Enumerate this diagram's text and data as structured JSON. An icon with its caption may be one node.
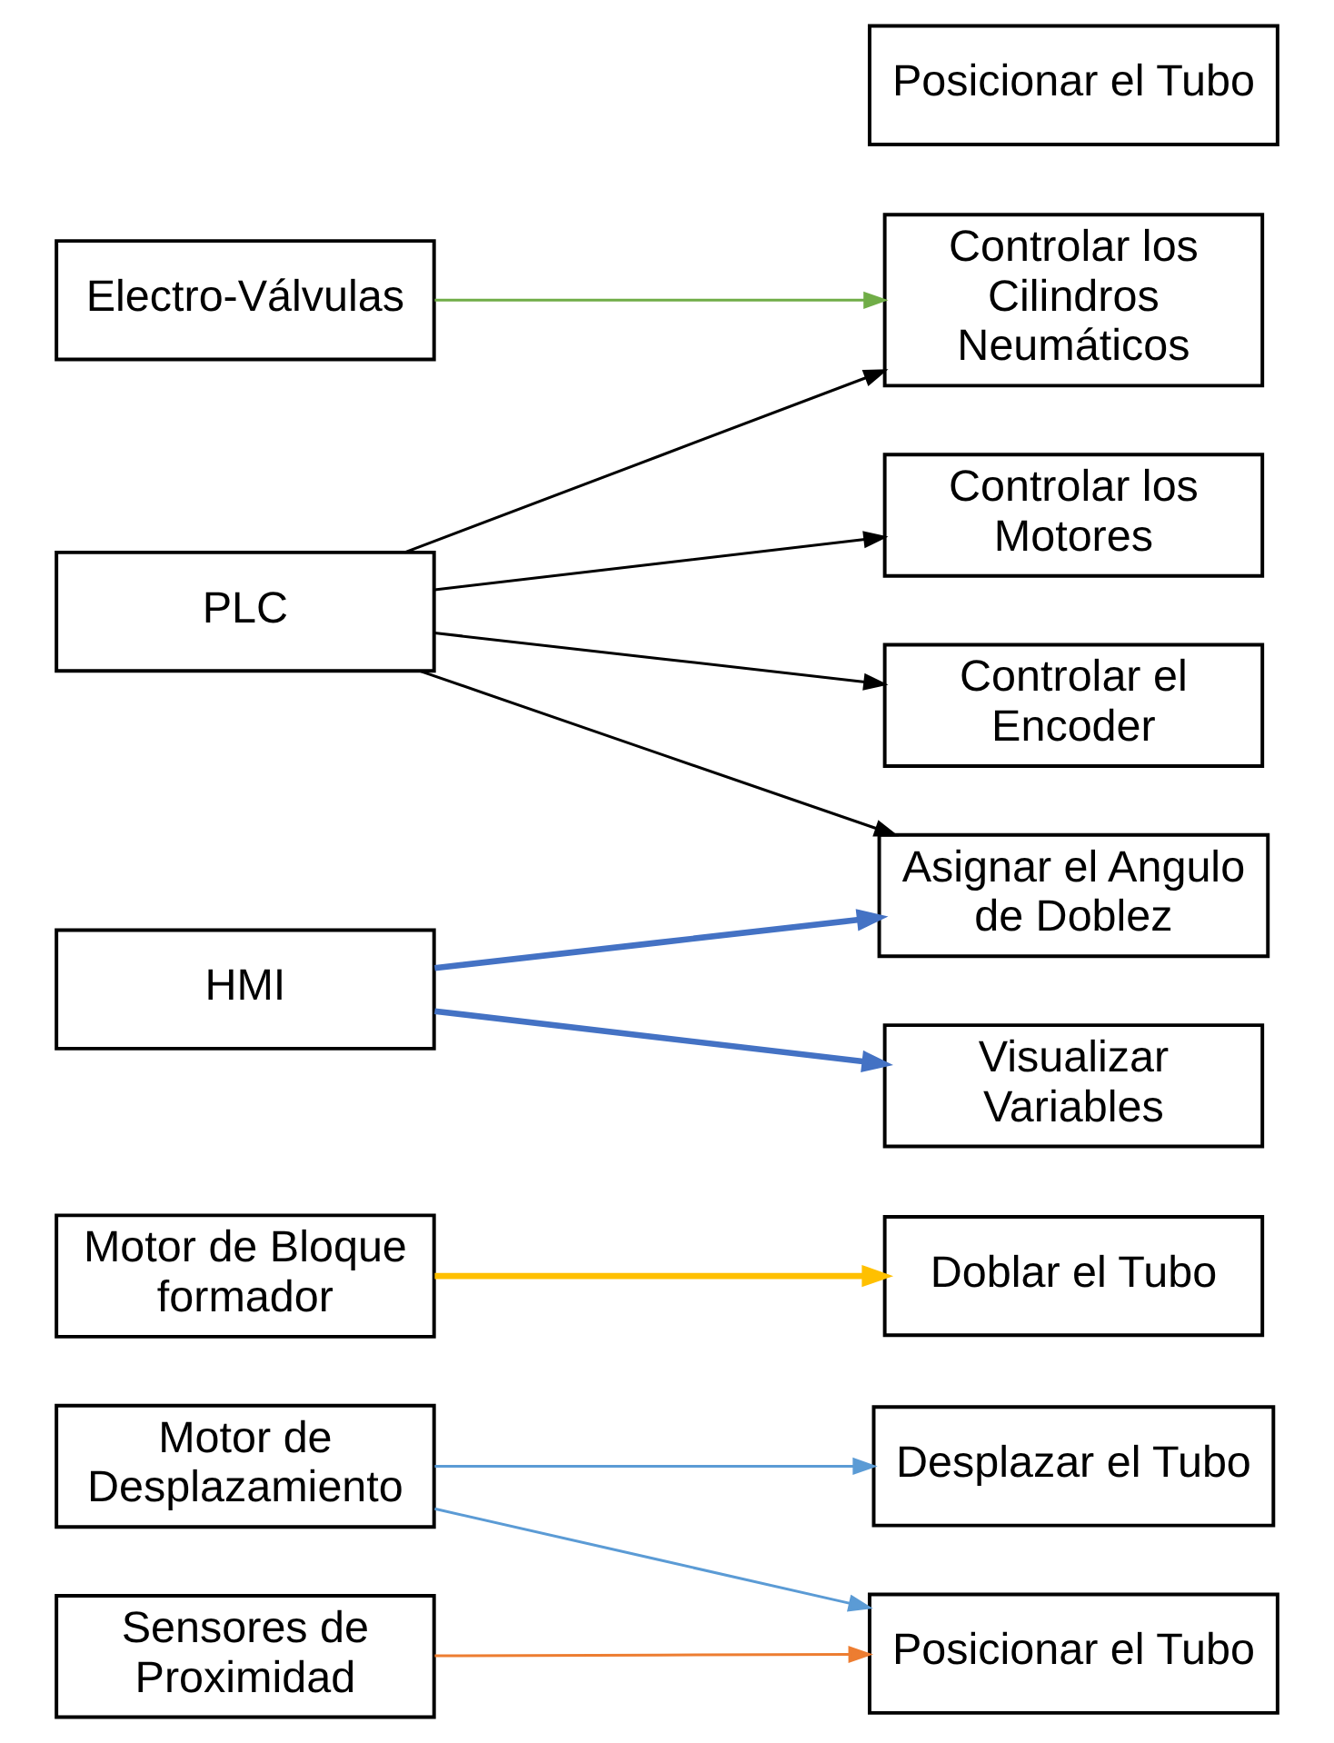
{
  "diagram": {
    "nodes": [
      {
        "text": [
          "Motor de Desplazamiento"
        ]
      },
      {
        "text": [
          "Sensores de Proximidad"
        ]
      },
      {
        "text": [
          "Motor de Bloque formador"
        ]
      },
      {
        "text": [
          "PLC"
        ]
      },
      {
        "text": [
          "HMI"
        ]
      },
      {
        "text": [
          "Electro-Válvulas"
        ]
      },
      {
        "text": [
          "Desplazar el Tubo"
        ]
      },
      {
        "text": [
          "Posicionar el Tubo"
        ]
      },
      {
        "text": [
          "Doblar el Tubo"
        ]
      },
      {
        "text": [
          "Posicionar el Tubo"
        ]
      },
      {
        "text": [
          "Controlar los Motores"
        ]
      },
      {
        "text": [
          "Controlar los Cilindros Neumáticos"
        ]
      },
      {
        "text": [
          "Controlar el Encoder"
        ]
      },
      {
        "text": [
          "Asignar el Angulo de Doblez"
        ]
      },
      {
        "text": [
          "Visualizar Variables"
        ]
      }
    ],
    "edges": [
      {
        "from": 0,
        "to": 6,
        "arrow": "to",
        "color": "#5b9bd5"
      },
      {
        "from": 0,
        "to": 7,
        "arrow": "to",
        "color": "#5b9bd5"
      },
      {
        "from": 1,
        "to": 7,
        "arrow": "to",
        "color": "#ed7d31"
      },
      {
        "from": 2,
        "to": 8,
        "arrow": "to",
        "style": "thick",
        "color": "#ffc000"
      },
      {
        "from": 3,
        "to": 10,
        "arrow": "to"
      },
      {
        "from": 3,
        "to": 11,
        "arrow": "to"
      },
      {
        "from": 3,
        "to": 12,
        "arrow": "to"
      },
      {
        "from": 3,
        "to": 13,
        "arrow": "to"
      },
      {
        "from": 4,
        "to": 13,
        "arrow": "to",
        "style": "thick",
        "color": "#4472c4"
      },
      {
        "from": 4,
        "to": 14,
        "arrow": "to",
        "style": "thick",
        "color": "#4472c4"
      },
      {
        "from": 5,
        "to": 11,
        "arrow": "to",
        "color": "#70ad47"
      }
    ]
  }
}
